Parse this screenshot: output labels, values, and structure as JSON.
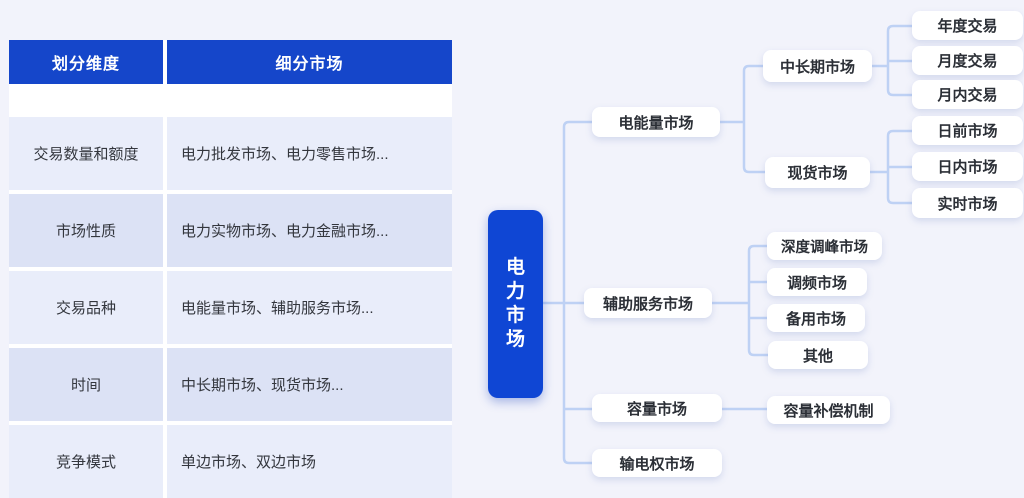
{
  "table": {
    "headers": {
      "dimension": "划分维度",
      "segment": "细分市场"
    },
    "rows": [
      {
        "dimension": "交易数量和额度",
        "markets": "电力批发市场、电力零售市场..."
      },
      {
        "dimension": "市场性质",
        "markets": "电力实物市场、电力金融市场..."
      },
      {
        "dimension": "交易品种",
        "markets": "电能量市场、辅助服务市场..."
      },
      {
        "dimension": "时间",
        "markets": "中长期市场、现货市场..."
      },
      {
        "dimension": "竞争模式",
        "markets": "单边市场、双边市场"
      }
    ]
  },
  "mindmap": {
    "root_label": "电力市场",
    "nodes": {
      "energy": "电能量市场",
      "mid_long_term": "中长期市场",
      "annual": "年度交易",
      "monthly": "月度交易",
      "intra_month": "月内交易",
      "spot": "现货市场",
      "day_ahead": "日前市场",
      "intraday": "日内市场",
      "real_time": "实时市场",
      "ancillary": "辅助服务市场",
      "deep_peak": "深度调峰市场",
      "freq_reg": "调频市场",
      "reserve": "备用市场",
      "other": "其他",
      "capacity": "容量市场",
      "capacity_comp": "容量补偿机制",
      "transmission": "输电权市场"
    },
    "hierarchy": {
      "电力市场": {
        "电能量市场": {
          "中长期市场": [
            "年度交易",
            "月度交易",
            "月内交易"
          ],
          "现货市场": [
            "日前市场",
            "日内市场",
            "实时市场"
          ]
        },
        "辅助服务市场": [
          "深度调峰市场",
          "调频市场",
          "备用市场",
          "其他"
        ],
        "容量市场": [
          "容量补偿机制"
        ],
        "输电权市场": []
      }
    }
  },
  "colors": {
    "header_blue": "#1546ca",
    "root_blue": "#0f46d4",
    "row_light": "#e9edfa",
    "row_dark": "#dce2f5",
    "connector_line": "#bed1f4",
    "background": "#f2f3fb"
  }
}
